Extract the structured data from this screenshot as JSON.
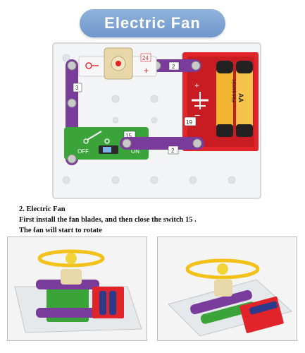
{
  "header": {
    "title": "Electric Fan"
  },
  "board": {
    "motor_number": "24",
    "battery_number": "19",
    "switch_number": "15",
    "left_wire_number": "3",
    "top_wire_number": "2",
    "bottom_wire_number": "2",
    "switch_off_label": "OFF",
    "switch_on_label": "ON",
    "battery_brand": "Panasonic",
    "battery_size": "AA",
    "plus_sign": "+",
    "minus_sign": "−"
  },
  "instructions": {
    "heading": "2.  Electric Fan",
    "line1": "First install the fan blades, and then close the switch 15 .",
    "line2": "The fan will start to rotate"
  },
  "colors": {
    "banner": "#7aa0d0",
    "wire_purple": "#7a3c9a",
    "switch_green": "#3aa33a",
    "battery_red": "#e0242a"
  }
}
